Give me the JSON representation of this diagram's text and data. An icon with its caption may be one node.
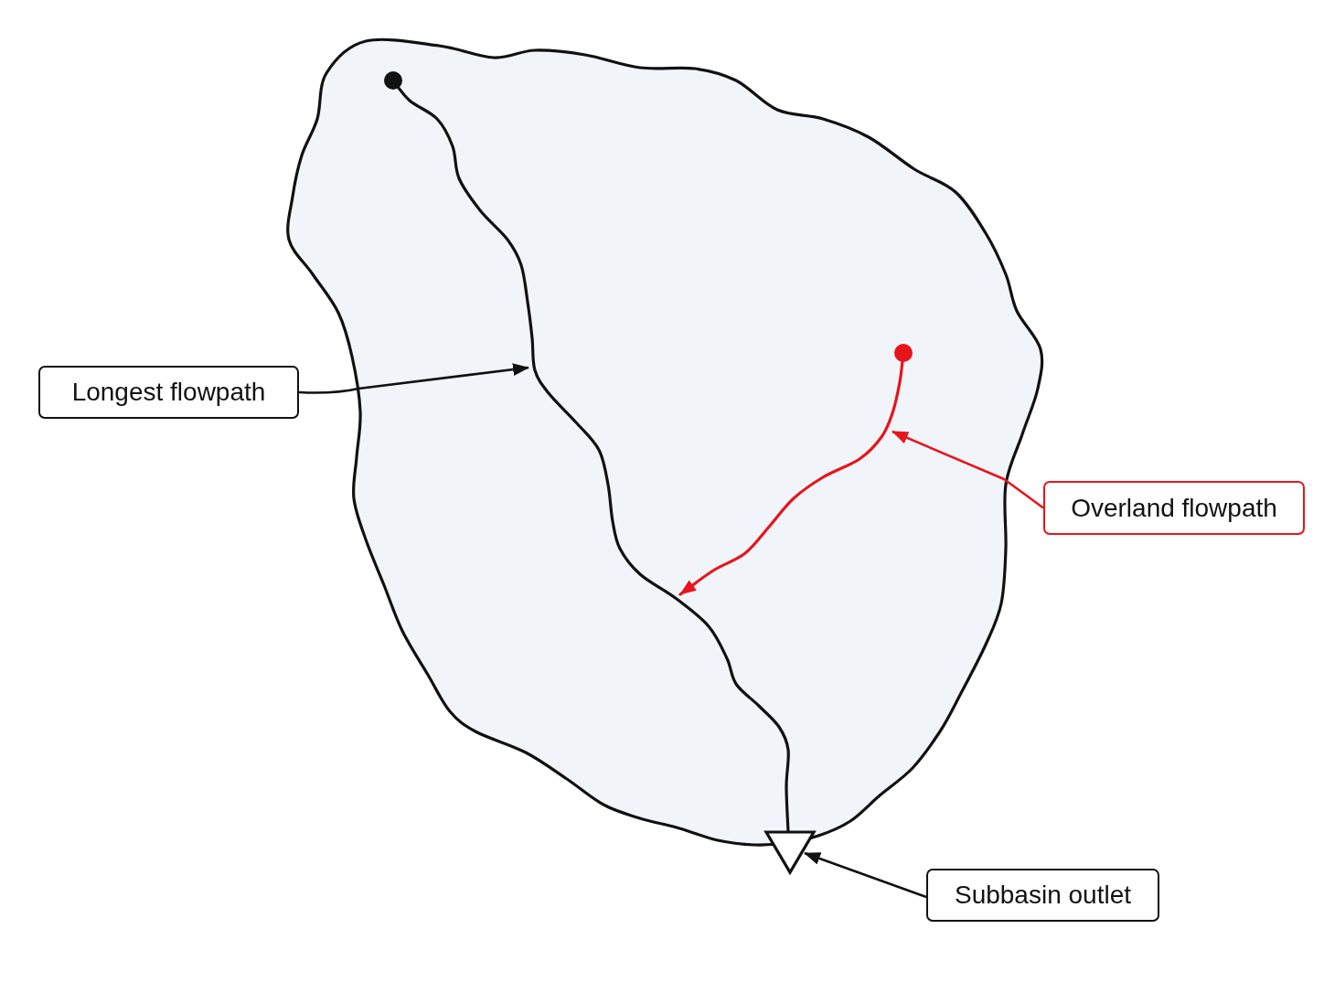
{
  "diagram": {
    "nodes": [
      {
        "text": [
          "Longest flowpath"
        ]
      },
      {
        "text": [],
        "shape": "line"
      },
      {
        "text": [
          "Overland flowpath"
        ]
      },
      {
        "text": [],
        "shape": "line"
      },
      {
        "text": [
          "Subbasin outlet"
        ]
      },
      {
        "text": [],
        "shape": "triangle"
      }
    ],
    "edges": [
      {
        "from": 0,
        "to": 1,
        "arrow": "to"
      },
      {
        "from": 2,
        "to": 3,
        "arrow": "to",
        "color": "#e8141c"
      },
      {
        "from": 4,
        "to": 5,
        "arrow": "to"
      }
    ]
  }
}
